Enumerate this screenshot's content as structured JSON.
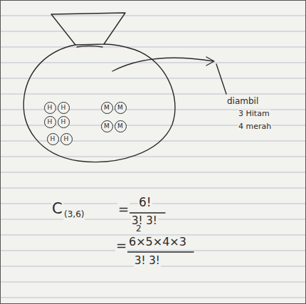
{
  "diagram": {
    "nodes": [
      {
        "text": [
          "H"
        ]
      },
      {
        "text": [
          "H"
        ]
      },
      {
        "text": [
          "M"
        ]
      },
      {
        "text": [
          "M"
        ]
      },
      {
        "text": [
          "H"
        ]
      },
      {
        "text": [
          "H"
        ]
      },
      {
        "text": [
          "M"
        ]
      },
      {
        "text": [
          "M"
        ]
      },
      {
        "text": [
          "H"
        ]
      },
      {
        "text": [
          "H"
        ]
      }
    ],
    "labels": [
      "diambil",
      "3 Hitam",
      "4 merah",
      "C",
      "(3,6)",
      "=",
      "6!",
      "3! 3!",
      "2",
      "=",
      "6×5×4×3",
      "3! 3!"
    ]
  }
}
